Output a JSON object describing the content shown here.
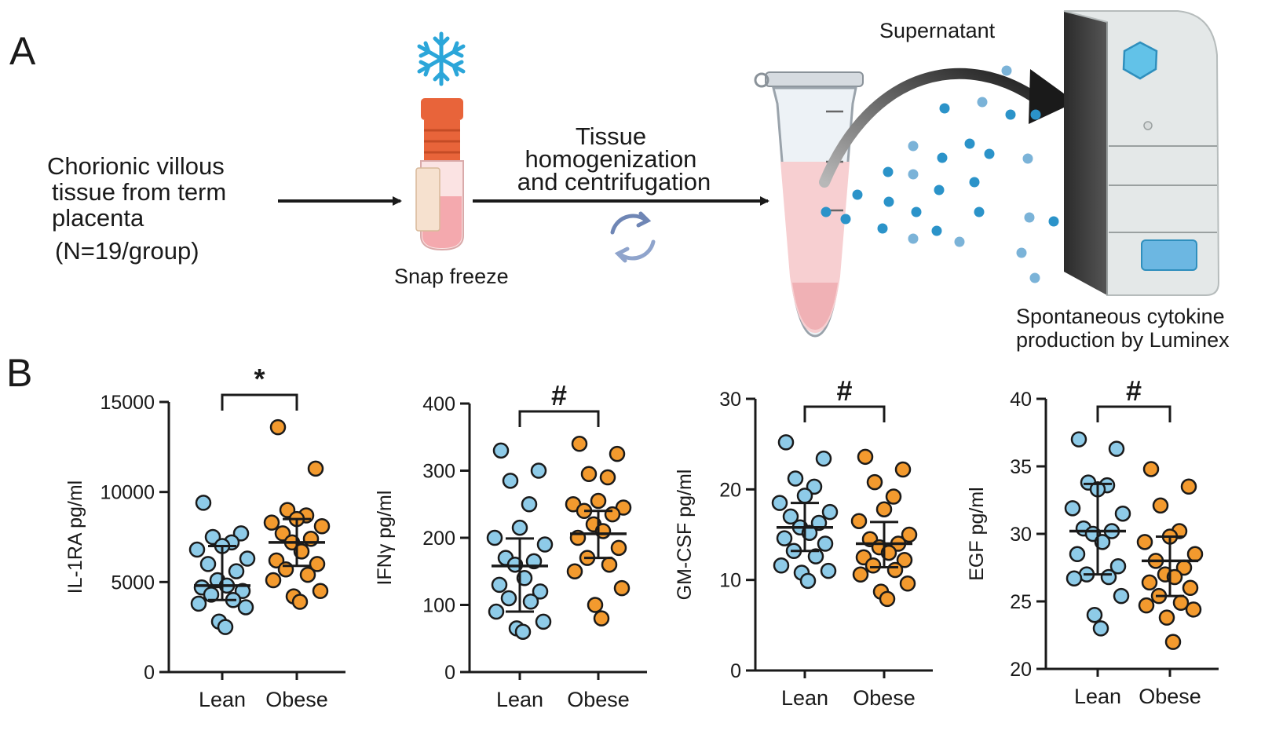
{
  "panel_a": {
    "letter": "A",
    "source_lines": [
      "Chorionic villous",
      "tissue from term",
      "placenta"
    ],
    "sample_size": "(N=19/group)",
    "freeze_label": "Snap freeze",
    "process_lines": [
      "Tissue",
      "homogenization",
      "and centrifugation"
    ],
    "supernatant_label": "Supernatant",
    "assay_lines": [
      "Spontaneous cytokine",
      "production by Luminex"
    ]
  },
  "panel_b": {
    "letter": "B"
  },
  "colors": {
    "lean": "#8ecbe8",
    "obese": "#f39a2e",
    "ink": "#1a1a1a",
    "tube_cap": "#e8643a",
    "dots": "#2b93c9"
  },
  "icons": [
    "snowflake-icon",
    "refresh-cycle-icon",
    "cryovial-icon",
    "microcentrifuge-tube-icon",
    "luminex-analyzer-icon"
  ],
  "chart_data": [
    {
      "type": "scatter",
      "ylabel": "IL-1RA pg/ml",
      "categories": [
        "Lean",
        "Obese"
      ],
      "ylim": [
        0,
        15000
      ],
      "yticks": [
        0,
        5000,
        10000,
        15000
      ],
      "significance": "*",
      "series": [
        {
          "name": "Lean",
          "values": [
            9400,
            7700,
            7500,
            7200,
            7000,
            6800,
            6300,
            6000,
            5600,
            5100,
            4800,
            4700,
            4500,
            4300,
            4000,
            3800,
            3600,
            2800,
            2500
          ],
          "median": 4800,
          "q1": 4000,
          "q3": 7000
        },
        {
          "name": "Obese",
          "values": [
            13600,
            11300,
            9000,
            8700,
            8500,
            8300,
            8100,
            7700,
            7400,
            7200,
            6700,
            6200,
            6000,
            5700,
            5400,
            5100,
            4500,
            4200,
            3900
          ],
          "median": 7200,
          "q1": 5900,
          "q3": 8500
        }
      ]
    },
    {
      "type": "scatter",
      "ylabel": "IFNγ pg/ml",
      "categories": [
        "Lean",
        "Obese"
      ],
      "ylim": [
        0,
        400
      ],
      "yticks": [
        0,
        100,
        200,
        300,
        400
      ],
      "significance": "#",
      "series": [
        {
          "name": "Lean",
          "values": [
            330,
            300,
            285,
            250,
            215,
            200,
            190,
            170,
            165,
            160,
            140,
            130,
            120,
            110,
            105,
            90,
            75,
            65,
            60
          ],
          "median": 158,
          "q1": 90,
          "q3": 199
        },
        {
          "name": "Obese",
          "values": [
            340,
            325,
            295,
            290,
            255,
            250,
            245,
            240,
            235,
            220,
            210,
            200,
            185,
            170,
            160,
            150,
            125,
            100,
            80
          ],
          "median": 206,
          "q1": 170,
          "q3": 240
        }
      ]
    },
    {
      "type": "scatter",
      "ylabel": "GM-CSF pg/ml",
      "categories": [
        "Lean",
        "Obese"
      ],
      "ylim": [
        0,
        30
      ],
      "yticks": [
        0,
        10,
        20,
        30
      ],
      "significance": "#",
      "series": [
        {
          "name": "Lean",
          "values": [
            25.2,
            23.4,
            21.2,
            20.3,
            19.3,
            18.5,
            17.5,
            17.0,
            16.3,
            15.8,
            15.2,
            14.6,
            14.0,
            13.2,
            12.6,
            11.6,
            11.0,
            10.8,
            9.9
          ],
          "median": 15.8,
          "q1": 13.2,
          "q3": 18.5
        },
        {
          "name": "Obese",
          "values": [
            23.6,
            22.2,
            20.8,
            19.2,
            17.8,
            16.5,
            15.0,
            14.5,
            14.0,
            13.6,
            13.0,
            12.5,
            12.2,
            11.6,
            11.1,
            10.6,
            9.6,
            8.7,
            7.9
          ],
          "median": 14.0,
          "q1": 11.4,
          "q3": 16.4
        }
      ]
    },
    {
      "type": "scatter",
      "ylabel": "EGF pg/ml",
      "categories": [
        "Lean",
        "Obese"
      ],
      "ylim": [
        20,
        40
      ],
      "yticks": [
        20,
        25,
        30,
        35,
        40
      ],
      "significance": "#",
      "series": [
        {
          "name": "Lean",
          "values": [
            37.0,
            36.3,
            33.8,
            33.6,
            33.3,
            31.9,
            31.5,
            30.4,
            30.2,
            30.0,
            29.4,
            28.5,
            27.6,
            27.0,
            26.8,
            26.7,
            25.4,
            24.0,
            23.0
          ],
          "median": 30.2,
          "q1": 27.0,
          "q3": 33.7
        },
        {
          "name": "Obese",
          "values": [
            34.8,
            33.5,
            32.1,
            30.2,
            29.8,
            29.4,
            28.5,
            28.0,
            27.5,
            27.0,
            26.8,
            26.4,
            26.0,
            25.4,
            24.9,
            24.7,
            24.4,
            23.8,
            22.0
          ],
          "median": 28.0,
          "q1": 25.4,
          "q3": 29.8
        }
      ]
    }
  ]
}
